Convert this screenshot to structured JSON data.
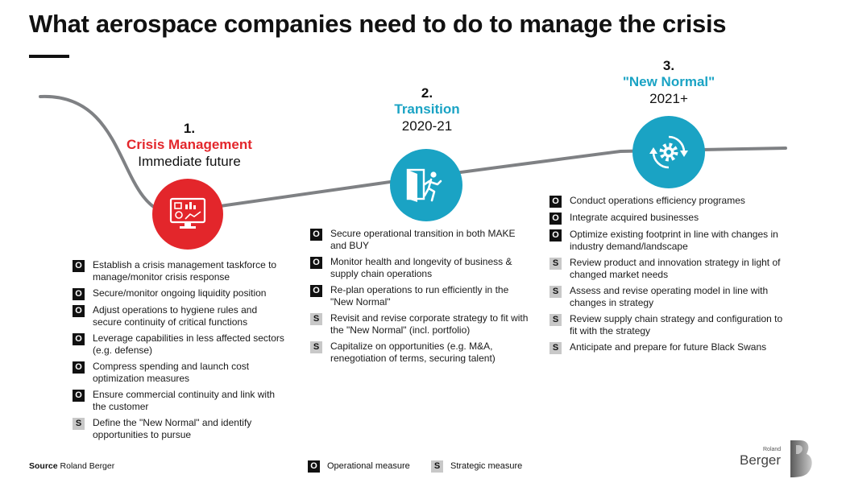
{
  "title": "What aerospace companies need to do to manage the crisis",
  "colors": {
    "crisis": "#e3262b",
    "transition": "#1aa3c4",
    "new_normal": "#1aa3c4",
    "curve": "#7f8184"
  },
  "phases": [
    {
      "number": "1.",
      "name": "Crisis Management",
      "timeframe": "Immediate future",
      "icon": "dashboard-monitor-icon",
      "items": [
        {
          "type": "O",
          "text": "Establish a crisis management taskforce to manage/monitor crisis response"
        },
        {
          "type": "O",
          "text": "Secure/monitor ongoing liquidity position"
        },
        {
          "type": "O",
          "text": "Adjust operations to hygiene rules and secure  continuity of critical functions"
        },
        {
          "type": "O",
          "text": "Leverage capabilities in less affected sectors (e.g. defense)"
        },
        {
          "type": "O",
          "text": "Compress spending and launch cost optimization measures"
        },
        {
          "type": "O",
          "text": "Ensure commercial continuity and link with the customer"
        },
        {
          "type": "S",
          "text": "Define the \"New Normal\" and identify opportunities to pursue"
        }
      ]
    },
    {
      "number": "2.",
      "name": "Transition",
      "timeframe": "2020-21",
      "icon": "exit-door-icon",
      "items": [
        {
          "type": "O",
          "text": "Secure operational transition in both MAKE and BUY"
        },
        {
          "type": "O",
          "text": "Monitor health and longevity of business & supply chain operations"
        },
        {
          "type": "O",
          "text": "Re-plan operations to run efficiently in the \"New Normal\""
        },
        {
          "type": "S",
          "text": "Revisit and revise corporate strategy to fit with the \"New Normal\" (incl. portfolio)"
        },
        {
          "type": "S",
          "text": "Capitalize on opportunities  (e.g. M&A, renegotiation of terms, securing talent)"
        }
      ]
    },
    {
      "number": "3.",
      "name": "\"New Normal\"",
      "timeframe": "2021+",
      "icon": "gear-cycle-icon",
      "items": [
        {
          "type": "O",
          "text": "Conduct operations efficiency programes"
        },
        {
          "type": "O",
          "text": "Integrate acquired businesses"
        },
        {
          "type": "O",
          "text": "Optimize existing footprint in line with changes in industry demand/landscape"
        },
        {
          "type": "S",
          "text": "Review product and innovation strategy in light of changed market needs"
        },
        {
          "type": "S",
          "text": "Assess and revise operating model in line with changes in strategy"
        },
        {
          "type": "S",
          "text": "Review supply chain strategy and configuration to fit with the strategy"
        },
        {
          "type": "S",
          "text": "Anticipate and prepare for future Black Swans"
        }
      ]
    }
  ],
  "legend": [
    {
      "type": "O",
      "label": "Operational measure"
    },
    {
      "type": "S",
      "label": "Strategic measure"
    }
  ],
  "source": {
    "label": "Source",
    "text": "Roland Berger"
  },
  "logo": {
    "top": "Roland",
    "main": "Berger"
  }
}
